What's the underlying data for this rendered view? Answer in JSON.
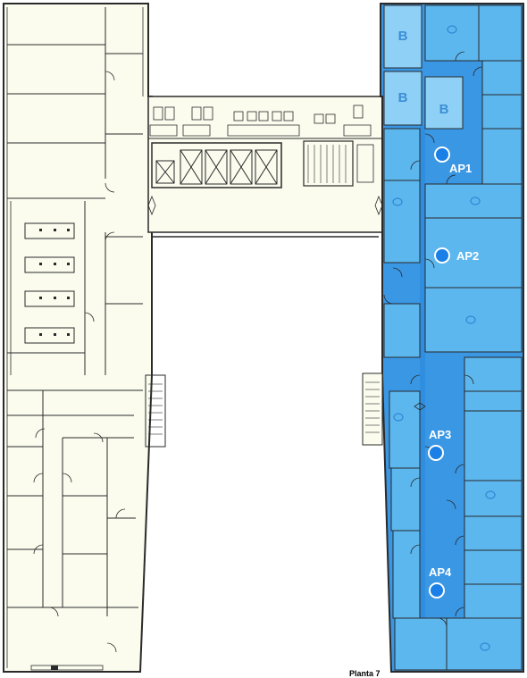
{
  "floor_label": "Planta 7",
  "colors": {
    "wall": "#2a2a2a",
    "floor": "#fbfcee",
    "zone_dark": "#2f8ee0",
    "zone_mid": "#5bb6ee",
    "zone_light": "#8fd0f6",
    "ap_dot": "#1a7fe6",
    "symbol": "#3b8fd6"
  },
  "access_points": [
    {
      "label": "AP1"
    },
    {
      "label": "AP2"
    },
    {
      "label": "AP3"
    },
    {
      "label": "AP4"
    }
  ],
  "zone_symbols": {
    "b": "B",
    "o": "O"
  }
}
